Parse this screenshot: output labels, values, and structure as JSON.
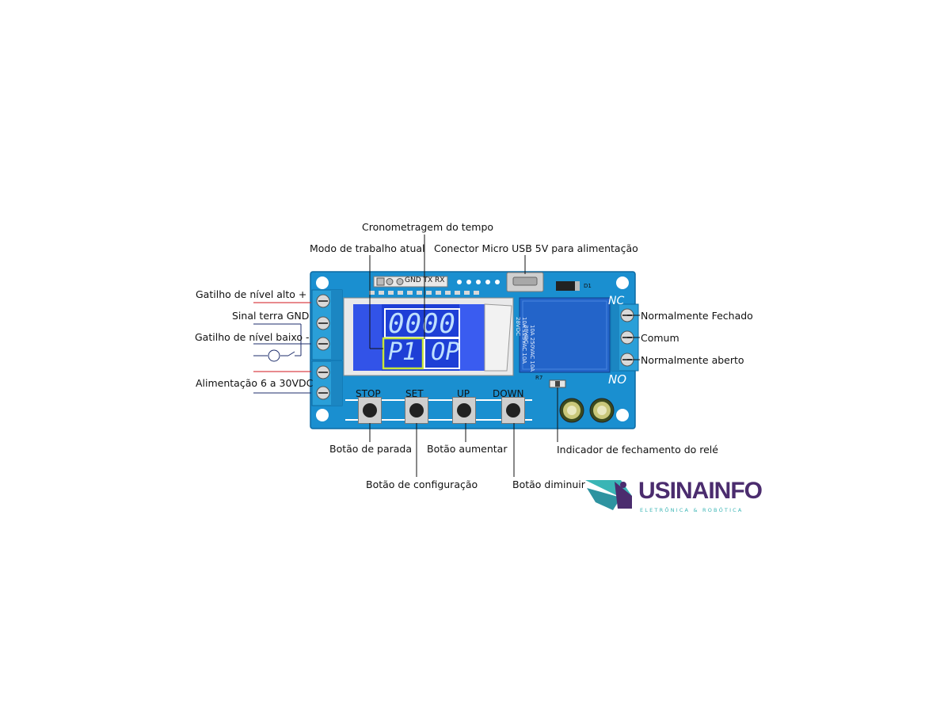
{
  "labels": {
    "cronometragem": "Cronometragem do tempo",
    "modo_trabalho": "Modo de trabalho atual",
    "conector_usb": "Conector Micro USB 5V para alimentação",
    "gatilho_alto": "Gatilho de nível alto +",
    "sinal_terra": "Sinal terra GND",
    "gatilho_baixo": "Gatilho de nível baixo -",
    "alimentacao": "Alimentação 6 a 30VDC",
    "normalmente_fechado": "Normalmente Fechado",
    "comum": "Comum",
    "normalmente_aberto": "Normalmente aberto",
    "botao_parada": "Botão de parada",
    "botao_configuracao": "Botão de configuração",
    "botao_aumentar": "Botão aumentar",
    "botao_diminuir": "Botão diminuir",
    "indicador_rele": "Indicador de fechamento do relé"
  },
  "board": {
    "header_text": "GND TX RX",
    "button_labels": [
      "STOP",
      "SET",
      "UP",
      "DOWN"
    ],
    "relay_nc": "NC",
    "relay_no": "NO",
    "diode_label": "D1",
    "resistor_label": "R7",
    "lcd_top": "0000",
    "lcd_bottom": "P1 OP",
    "relay_text": [
      "10A 250VAC  10A 30VDC",
      "10A 125VAC  10A 28VDC"
    ]
  },
  "logo": {
    "name": "USINAINFO",
    "tagline": "ELETRÔNICA & ROBÓTICA"
  },
  "colors": {
    "pcb": "#1a8fd0",
    "lcd": "#1e3fd6",
    "terminal": "#2a9fd8",
    "logo_purple": "#4b2c6e",
    "logo_teal": "#3ab5b5",
    "wire_red": "#d0161e",
    "wire_dark": "#1d2d6b"
  }
}
